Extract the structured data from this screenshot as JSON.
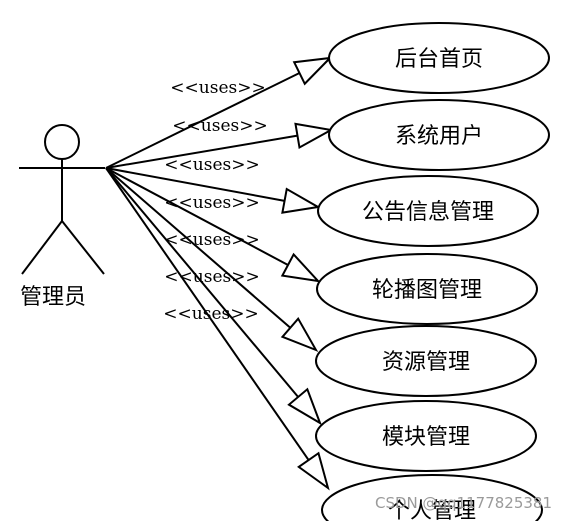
{
  "actor": {
    "name": "管理员"
  },
  "stereotype": "<<uses>>",
  "use_cases": [
    {
      "label": "后台首页"
    },
    {
      "label": "系统用户"
    },
    {
      "label": "公告信息管理"
    },
    {
      "label": "轮播图管理"
    },
    {
      "label": "资源管理"
    },
    {
      "label": "模块管理"
    },
    {
      "label": "个人管理"
    }
  ],
  "watermark": "CSDN @qq1177825381"
}
